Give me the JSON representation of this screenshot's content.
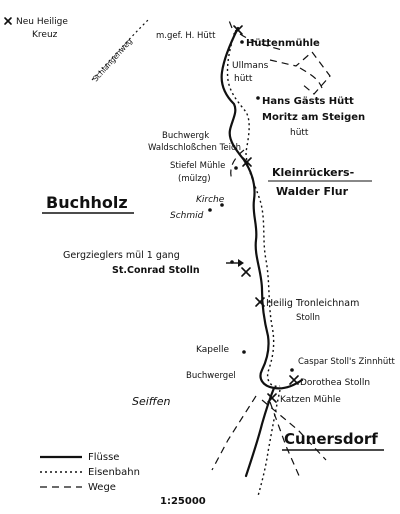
{
  "labels": {
    "neu_heilige_kreuz_1": "Neu Heilige",
    "neu_heilige_kreuz_2": "Kreuz",
    "schlangenweg": "Schlangenweg",
    "mgef_h_huett": "m.gef. H. Hütt",
    "huettenmuehle": "Hüttenmühle",
    "ullmans_1": "Ullmans",
    "ullmans_2": "hütt",
    "hans_gaests_huett": "Hans Gästs Hütt",
    "moritz_am_steigen_1": "Moritz am Steigen",
    "moritz_am_steigen_2": "hütt",
    "buchwergk_1": "Buchwergk",
    "buchwergk_2": "Waldschloßchen Teich",
    "stiefel_muehle_1": "Stiefel Mühle",
    "stiefel_muehle_2": "(mülzg)",
    "kleinrueckers_1": "Kleinrückers-",
    "kleinrueckers_2": "Walder Flur",
    "buchholz": "Buchholz",
    "kirche": "Kirche",
    "schmid": "Schmid",
    "gergziegler": "Gergzieglers mül 1 gang",
    "st_conrad": "St.Conrad Stolln",
    "heilig_tronleichnam_1": "Heilig Tronleichnam",
    "heilig_tronleichnam_2": "Stolln",
    "kapelle": "Kapelle",
    "caspar_stoll": "Caspar Stoll's Zinnhütt",
    "buchwergel": "Buchwergel",
    "dorothea_stolln": "Dorothea Stolln",
    "katzen_muehle": "Katzen Mühle",
    "seiffen": "Seiffen",
    "cunersdorf": "Cunersdorf"
  },
  "legend": {
    "fluesse": "Flüsse",
    "eisenbahn": "Eisenbahn",
    "wege": "Wege"
  },
  "scale": "1:25000",
  "symbols": {
    "mine": "crossed-hammers",
    "building": "dot"
  }
}
